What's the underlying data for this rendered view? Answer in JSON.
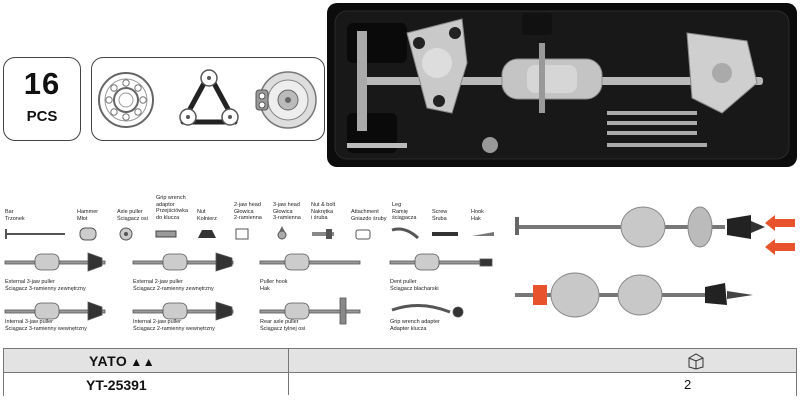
{
  "badge": {
    "count": "16",
    "unit": "PCS"
  },
  "tools": [
    {
      "name": "Bar\nTrzonek"
    },
    {
      "name": "Hammer\nMłot"
    },
    {
      "name": "Axle puller\nŚciągacz osi"
    },
    {
      "name": "Grip wrench\nadaptor\nPrzejściówka\ndo klucza"
    },
    {
      "name": "Nut\nKołnierz"
    },
    {
      "name": "2-jaw head\nGłowica\n2-ramienna"
    },
    {
      "name": "3-jaw head\nGłowica\n3-ramienna"
    },
    {
      "name": "Nut & bolt\nNakrętka\ni śruba"
    },
    {
      "name": "Attachment\nGniazdo śruby"
    },
    {
      "name": "Leg\nRamię\nściągacza"
    },
    {
      "name": "Screw\nŚruba"
    },
    {
      "name": "Hook\nHak"
    }
  ],
  "configs": [
    {
      "name": "External 3-jaw puller\nŚciągacz 3-ramienny zewnętrzny"
    },
    {
      "name": "External 2-jaw puller\nŚciągacz 2-ramienny zewnętrzny"
    },
    {
      "name": "Puller hook\nHak"
    },
    {
      "name": "Dent puller\nŚciągacz blacharski"
    },
    {
      "name": "Internal 3-jaw puller\nŚciągacz 3-ramienny wewnętrzny"
    },
    {
      "name": "Internal 2-jaw puller\nŚciągacz 2-ramienny wewnętrzny"
    },
    {
      "name": "Rear axle puller\nŚciągacz tylnej osi"
    },
    {
      "name": "Grip wrench adapter\nAdapter klucza"
    }
  ],
  "table": {
    "brand": "YATO",
    "code": "YT-25391",
    "qty": "2",
    "qty_icon": "box-icon"
  },
  "colors": {
    "accent_arrow": "#e8522c",
    "case": "#0c0c0c",
    "table_header": "#e3e3e3"
  }
}
